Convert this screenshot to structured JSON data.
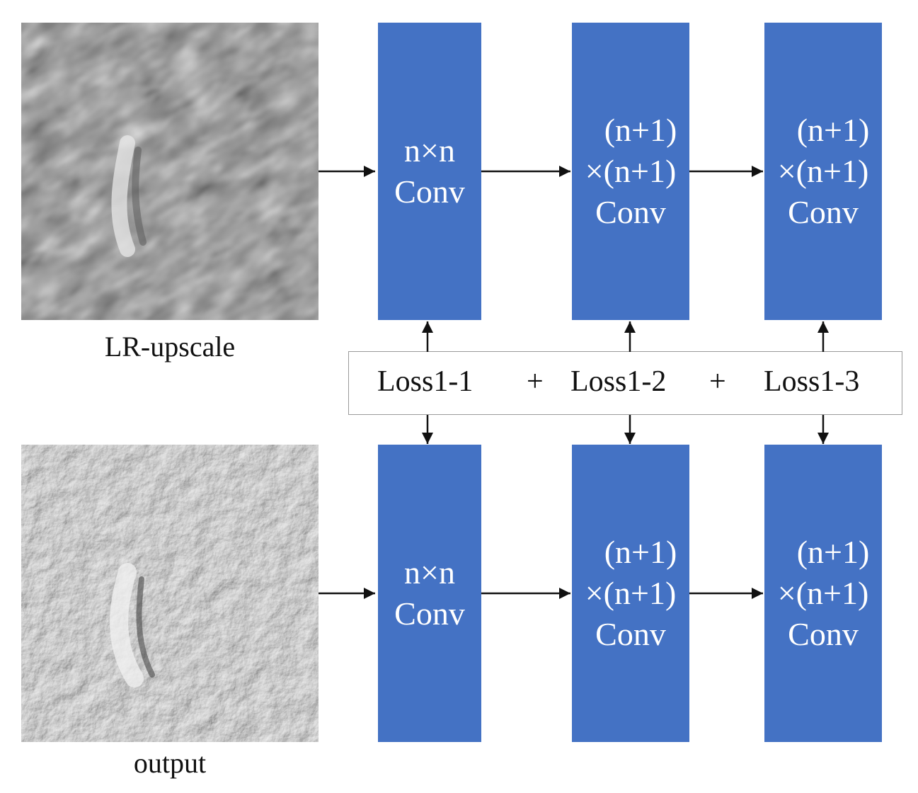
{
  "images": {
    "top_caption": "LR-upscale",
    "bottom_caption": "output"
  },
  "top_row": [
    {
      "line1": "n×n",
      "line2": "Conv",
      "line3": ""
    },
    {
      "line1": "(n+1)",
      "line2": "×(n+1)",
      "line3": "Conv"
    },
    {
      "line1": "(n+1)",
      "line2": "×(n+1)",
      "line3": "Conv"
    }
  ],
  "bottom_row": [
    {
      "line1": "n×n",
      "line2": "Conv",
      "line3": ""
    },
    {
      "line1": "(n+1)",
      "line2": "×(n+1)",
      "line3": "Conv"
    },
    {
      "line1": "(n+1)",
      "line2": "×(n+1)",
      "line3": "Conv"
    }
  ],
  "loss": {
    "term1": "Loss1-1",
    "plus1": "+",
    "term2": "Loss1-2",
    "plus2": "+",
    "term3": "Loss1-3"
  },
  "colors": {
    "conv_fill": "#4472c4",
    "arrow": "#111111"
  }
}
